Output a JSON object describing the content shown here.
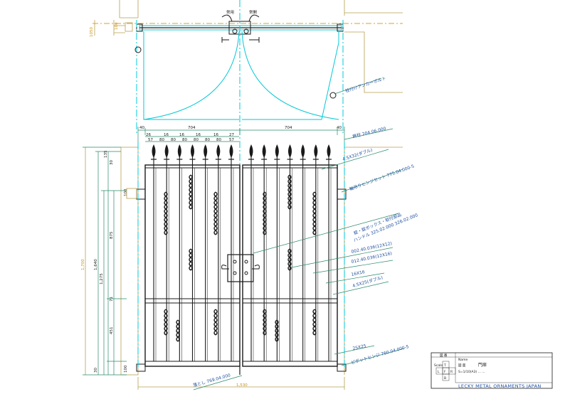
{
  "plan": {
    "leaf_left_label": "常用",
    "leaf_right_label": "常開",
    "dim_wall": "100",
    "dim_depth": "1050"
  },
  "dims_top": {
    "left_edge": "40",
    "left_leaf": "704",
    "right_leaf": "704",
    "right_edge": "40",
    "c_a": "26",
    "c_b": "16",
    "c_gap": "27",
    "spacing_row": [
      "57",
      "80",
      "80",
      "80",
      "80",
      "80",
      "80",
      "57"
    ]
  },
  "dims_left": {
    "total": "1,700",
    "height": "1,640",
    "frame": "1,275",
    "d135": "135",
    "d30": "30",
    "d875": "875",
    "d71": "71",
    "d451": "451",
    "d100a": "100",
    "d100b": "100",
    "d30b": "30"
  },
  "dims_bottom": {
    "total": "1,530"
  },
  "callouts": [
    {
      "text": "柱付けアンカーボルト"
    },
    {
      "text": "飾柱 204.06.000"
    },
    {
      "text": "4.5X32(ダブル)"
    },
    {
      "text": "軸吊りヒンジセット 775.04.000-5"
    },
    {
      "text": "錠・錠ボックス・取付部品"
    },
    {
      "text": "ハンドル 325.02.000 326.02.000"
    },
    {
      "text": "002.40.036(12X12)"
    },
    {
      "text": "012.40.036(12X16)"
    },
    {
      "text": "16X16"
    },
    {
      "text": "4.5X25(ダブル)"
    },
    {
      "text": "25X25"
    },
    {
      "text": "ピボットヒンジ 760.04.000-5"
    },
    {
      "text": "落とし 769.04.000"
    }
  ],
  "title_block": {
    "header_a": "図 番",
    "header_b": "Name",
    "name_label": "図 面",
    "name_value": "門扉",
    "scale_label": "Scale",
    "code_row": "S=1/10(A3) ... ...",
    "flag_t": "T",
    "flag_l": "L",
    "flag_f": "F",
    "flag_r": "R",
    "flag_b": "B",
    "company": "LECKY METAL ORNAMENTS JAPAN"
  },
  "colors": {
    "cyan": "#00c8d8",
    "ink": "#1a1a1a",
    "dim": "#c89010",
    "label": "#2050a0"
  }
}
